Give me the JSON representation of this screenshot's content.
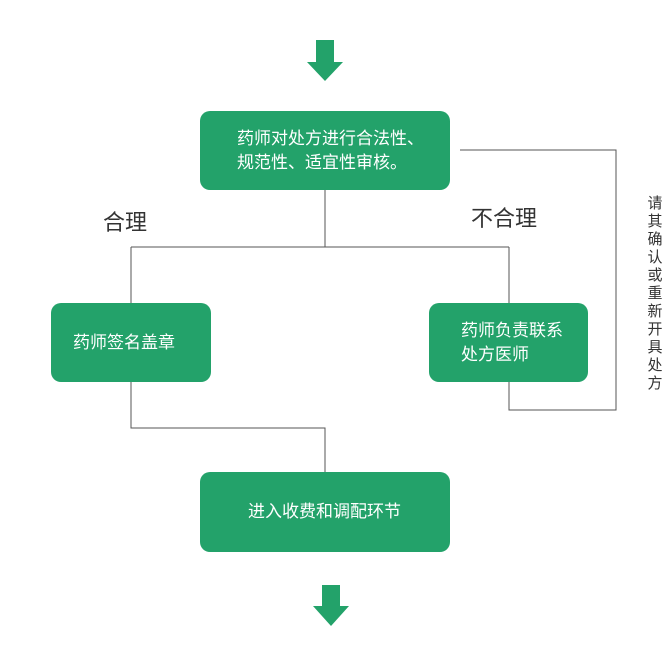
{
  "colors": {
    "box_fill": "#23a26a",
    "arrow": "#23a26a",
    "line": "#555555",
    "text_dark": "#333333"
  },
  "review": {
    "line1": "药师对处方进行合法性、",
    "line2": "规范性、适宜性审核。"
  },
  "branches": {
    "reasonable": "合理",
    "unreasonable": "不合理"
  },
  "sign": {
    "label": "药师签名盖章"
  },
  "contact": {
    "line1": "药师负责联系",
    "line2": "处方医师"
  },
  "side_note": {
    "chars": [
      "请",
      "其",
      "确",
      "认",
      "或",
      "重",
      "新",
      "开",
      "具",
      "处",
      "方"
    ]
  },
  "next_step": {
    "label": "进入收费和调配环节"
  },
  "icons": {
    "top_arrow": "down-arrow-icon",
    "bottom_arrow": "down-arrow-icon"
  }
}
